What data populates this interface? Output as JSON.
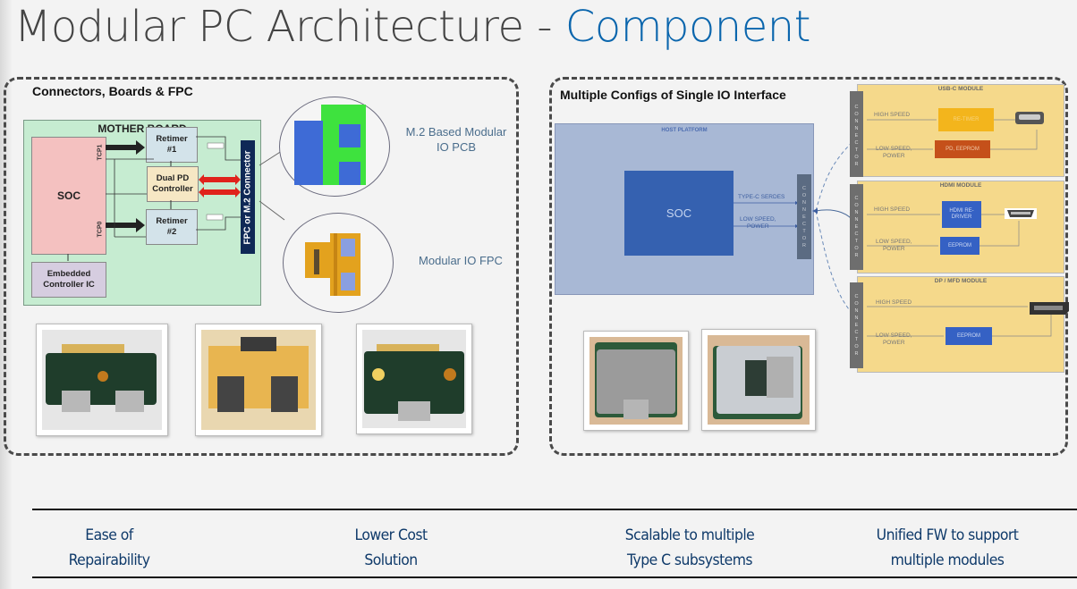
{
  "title": {
    "main": "Modular PC Architecture - ",
    "accent": "Component"
  },
  "left_panel": {
    "title": "Connectors, Boards & FPC",
    "motherboard": {
      "label": "MOTHER BOARD",
      "soc": "SOC",
      "tcp1": "TCP1",
      "tcp0": "TCP0",
      "retimer1": [
        "Retimer",
        "#1"
      ],
      "dual_pd": [
        "Dual PD",
        "Controller"
      ],
      "retimer2": [
        "Retimer",
        "#2"
      ],
      "embedded_controller": [
        "Embedded",
        "Controller IC"
      ],
      "connector": "FPC or M.2 Connector"
    },
    "callouts": [
      {
        "label": [
          "M.2 Based Modular",
          "IO PCB"
        ]
      },
      {
        "label": [
          "Modular IO FPC"
        ]
      }
    ],
    "photos": [
      "USB-C dual port M.2 PCB",
      "Dual USB-C FPC module",
      "HDMI M.2 PCB"
    ]
  },
  "right_panel": {
    "title": "Multiple Configs of Single IO Interface",
    "host": {
      "label": "HOST PLATFORM",
      "soc": "SOC",
      "signal1": "TYPE-C SERDES",
      "signal2": [
        "LOW SPEED,",
        "POWER"
      ],
      "connector": "CONNECTOR"
    },
    "modules": [
      {
        "name": "USB-C MODULE",
        "high_speed": "HIGH SPEED",
        "low_speed": [
          "LOW SPEED,",
          "POWER"
        ],
        "chip1": "RE-TIMER",
        "chip2": "PD, EEPROM",
        "port": "usb-c-port"
      },
      {
        "name": "HDMI MODULE",
        "high_speed": "HIGH SPEED",
        "low_speed": [
          "LOW SPEED,",
          "POWER"
        ],
        "chip1": "HDMI RE-DRIVER",
        "chip2": "EEPROM",
        "port": "hdmi-port"
      },
      {
        "name": "DP / MFD MODULE",
        "high_speed": "HIGH SPEED",
        "low_speed": [
          "LOW SPEED,",
          "POWER"
        ],
        "chip2": "EEPROM",
        "port": "displayport-port"
      }
    ],
    "module_connector": "CONNECTOR",
    "photos": [
      "USB-C module photo",
      "HDMI module photo"
    ]
  },
  "benefits": [
    {
      "line1": "Ease of",
      "line2": "Repairability"
    },
    {
      "line1": "Lower Cost",
      "line2": "Solution"
    },
    {
      "line1": "Scalable to multiple",
      "line2": "Type C subsystems"
    },
    {
      "line1": "Unified FW to support",
      "line2": "multiple modules"
    }
  ],
  "colors": {
    "accent": "#0b66ad",
    "connector_navy": "#0f2856",
    "host_soc": "#3561b0",
    "module_bg": "#f5d98b",
    "benefit_text": "#0f3a6a"
  }
}
